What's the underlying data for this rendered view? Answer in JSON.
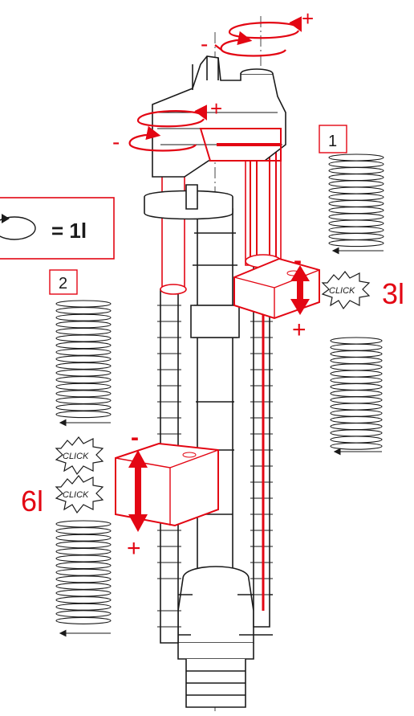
{
  "labels": {
    "box_one": "1",
    "box_two": "2",
    "turn_equals": "= 1l",
    "volume_three": "3l",
    "volume_six": "6l",
    "click_one": "CLICK",
    "click_two": "CLICK",
    "click_three": "CLICK",
    "plus": "+",
    "minus": "-"
  },
  "colors": {
    "accent_red": "#e30613",
    "line": "#1a1a1a",
    "fill": "#ffffff"
  },
  "icons": [
    "rotation-arrow-icon",
    "coil-spring-icon",
    "click-burst-icon",
    "double-arrow-icon"
  ]
}
